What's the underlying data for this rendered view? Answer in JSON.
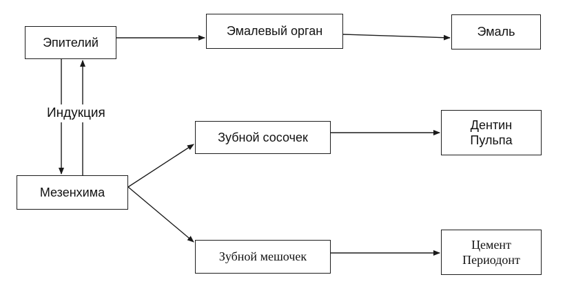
{
  "diagram": {
    "nodes": {
      "epithelium": {
        "lines": [
          "Эпителий"
        ]
      },
      "enamel_organ": {
        "lines": [
          "Эмалевый орган"
        ]
      },
      "enamel": {
        "lines": [
          "Эмаль"
        ]
      },
      "dental_papilla": {
        "lines": [
          "Зубной сосочек"
        ]
      },
      "dentin_pulp": {
        "lines": [
          "Дентин",
          "Пульпа"
        ]
      },
      "mesenchyme": {
        "lines": [
          "Мезенхима"
        ]
      },
      "dental_sac": {
        "lines": [
          "Зубной мешочек"
        ]
      },
      "cement_periodontium": {
        "lines": [
          "Цемент",
          "Периодонт"
        ]
      }
    },
    "induction_label": "Индукция",
    "edges": [
      {
        "from": "epithelium",
        "to": "enamel_organ"
      },
      {
        "from": "enamel_organ",
        "to": "enamel"
      },
      {
        "from": "epithelium",
        "to": "mesenchyme"
      },
      {
        "from": "mesenchyme",
        "to": "epithelium"
      },
      {
        "from": "mesenchyme",
        "to": "dental_papilla"
      },
      {
        "from": "mesenchyme",
        "to": "dental_sac"
      },
      {
        "from": "dental_papilla",
        "to": "dentin_pulp"
      },
      {
        "from": "dental_sac",
        "to": "cement_periodontium"
      }
    ],
    "colors": {
      "line": "#1a1a1a",
      "text": "#111111",
      "background": "#ffffff"
    }
  }
}
